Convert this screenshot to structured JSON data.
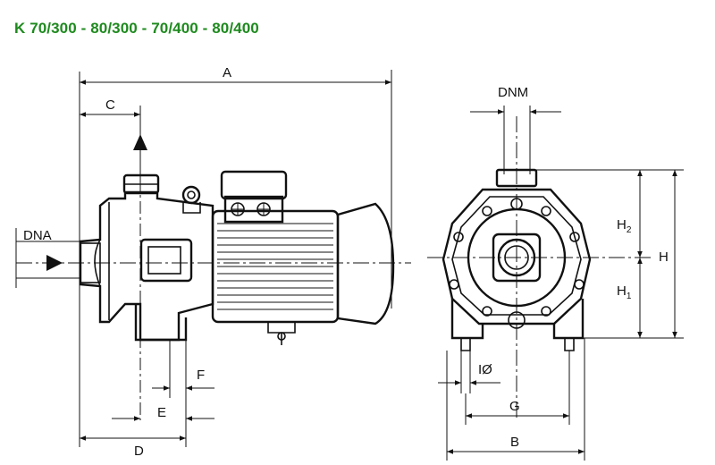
{
  "title": "K 70/300 - 80/300 - 70/400 - 80/400",
  "colors": {
    "title": "#1e8a1e",
    "line": "#111111"
  },
  "side_view_labels": {
    "A": "A",
    "C": "C",
    "D": "D",
    "E": "E",
    "F": "F",
    "DNA": "DNA"
  },
  "front_view_labels": {
    "DNM": "DNM",
    "H": "H",
    "H1": "H",
    "H1_sub": "1",
    "H2": "H",
    "H2_sub": "2",
    "G": "G",
    "B": "B",
    "I_phi": "IØ"
  }
}
